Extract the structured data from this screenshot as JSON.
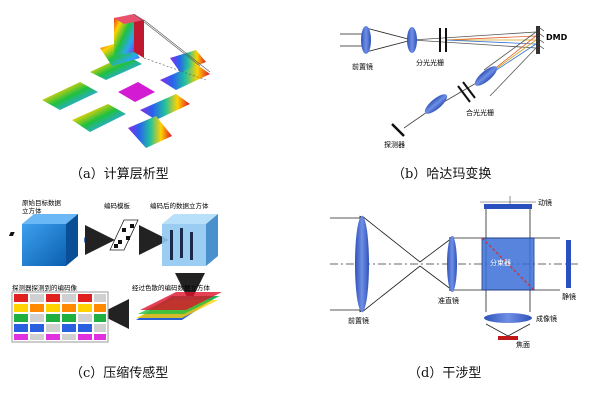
{
  "captions": {
    "a": "（a）计算层析型",
    "b": "（b）哈达玛变换",
    "c": "（c）压缩传感型",
    "d": "（d）干涉型"
  },
  "panel_b": {
    "dmd": "DMD",
    "front_lens": "前置镜",
    "split_grating": "分光光栅",
    "combine_grating": "合光光栅",
    "detector": "探测器"
  },
  "panel_c": {
    "original_cube": "原始目标数据",
    "original_cube_2": "立方体",
    "coding_mask": "编码模板",
    "coded_cube": "编码后的数据立方体",
    "dispersed_cube": "经过色散的编码数据立方体",
    "detected_image": "探测器探测到的编码像"
  },
  "panel_d": {
    "moving_mirror": "动镜",
    "beam_splitter": "分束器",
    "fixed_mirror": "静镜",
    "front_lens": "前置镜",
    "collimating_lens": "准直镜",
    "imaging_lens": "成像镜",
    "focal_plane": "焦面"
  },
  "colors": {
    "lens": "#3f63c8",
    "grating": "#1a1a1a",
    "cube": "#1e86d6",
    "splitter": "#d03030"
  }
}
